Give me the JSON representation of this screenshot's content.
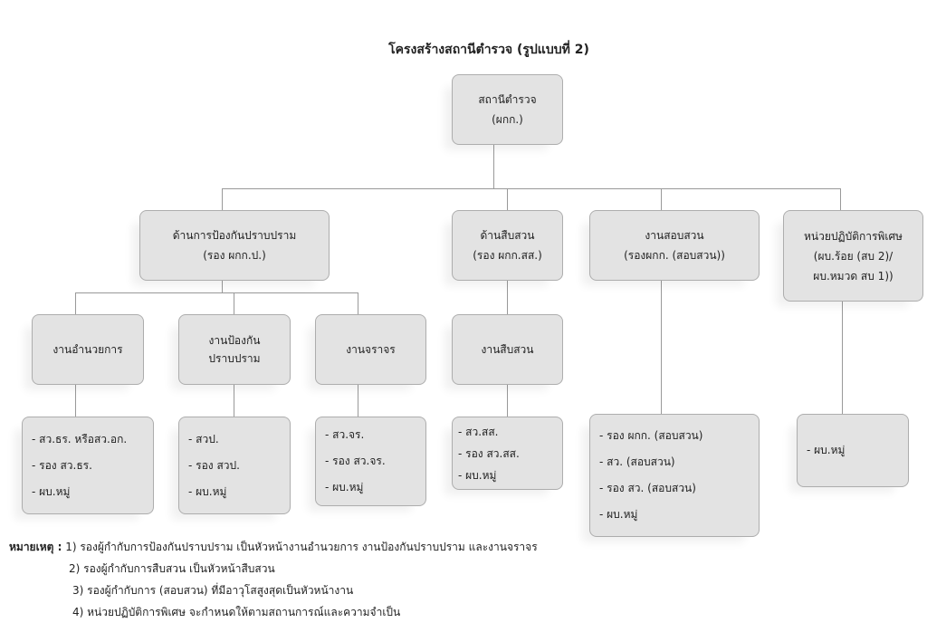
{
  "title": "โครงสร้างสถานีตำรวจ (รูปแบบที่ 2)",
  "root": {
    "line1": "สถานีตำรวจ",
    "line2": "(ผกก.)"
  },
  "level2": [
    {
      "line1": "ด้านการป้องกันปราบปราม",
      "line2": "(รอง ผกก.ป.)"
    },
    {
      "line1": "ด้านสืบสวน",
      "line2": "(รอง ผกก.สส.)"
    },
    {
      "line1": "งานสอบสวน",
      "line2": "(รองผกก. (สอบสวน))"
    },
    {
      "line1": "หน่วยปฏิบัติการพิเศษ",
      "line2": "(ผบ.ร้อย (สบ 2)/",
      "line3": "ผบ.หมวด สบ 1))"
    }
  ],
  "level3": [
    {
      "line1": "งานอำนวยการ"
    },
    {
      "line1": "งานป้องกัน",
      "line2": "ปราบปราม"
    },
    {
      "line1": "งานจราจร"
    },
    {
      "line1": "งานสืบสวน"
    }
  ],
  "level4": [
    [
      "- สว.ธร. หรือสว.อก.",
      "- รอง สว.ธร.",
      "- ผบ.หมู่"
    ],
    [
      "- สวป.",
      "- รอง สวป.",
      "- ผบ.หมู่"
    ],
    [
      "- สว.จร.",
      "- รอง สว.จร.",
      "- ผบ.หมู่"
    ],
    [
      "- สว.สส.",
      "- รอง สว.สส.",
      "- ผบ.หมู่"
    ],
    [
      "- รอง ผกก. (สอบสวน)",
      "- สว. (สอบสวน)",
      "- รอง สว. (สอบสวน)",
      "- ผบ.หมู่"
    ],
    [
      "- ผบ.หมู่"
    ]
  ],
  "notes": {
    "label": "หมายเหตุ :",
    "items": [
      "1) รองผู้กำกับการป้องกันปราบปราม เป็นหัวหน้างานอำนวยการ งานป้องกันปราบปราม และงานจราจร",
      "2) รองผู้กำกับการสืบสวน เป็นหัวหน้าสืบสวน",
      "3) รองผู้กำกับการ (สอบสวน) ที่มีอาวุโสสูงสุดเป็นหัวหน้างาน",
      "4) หน่วยปฏิบัติการพิเศษ จะกำหนดให้ตามสถานการณ์และความจำเป็น"
    ]
  }
}
